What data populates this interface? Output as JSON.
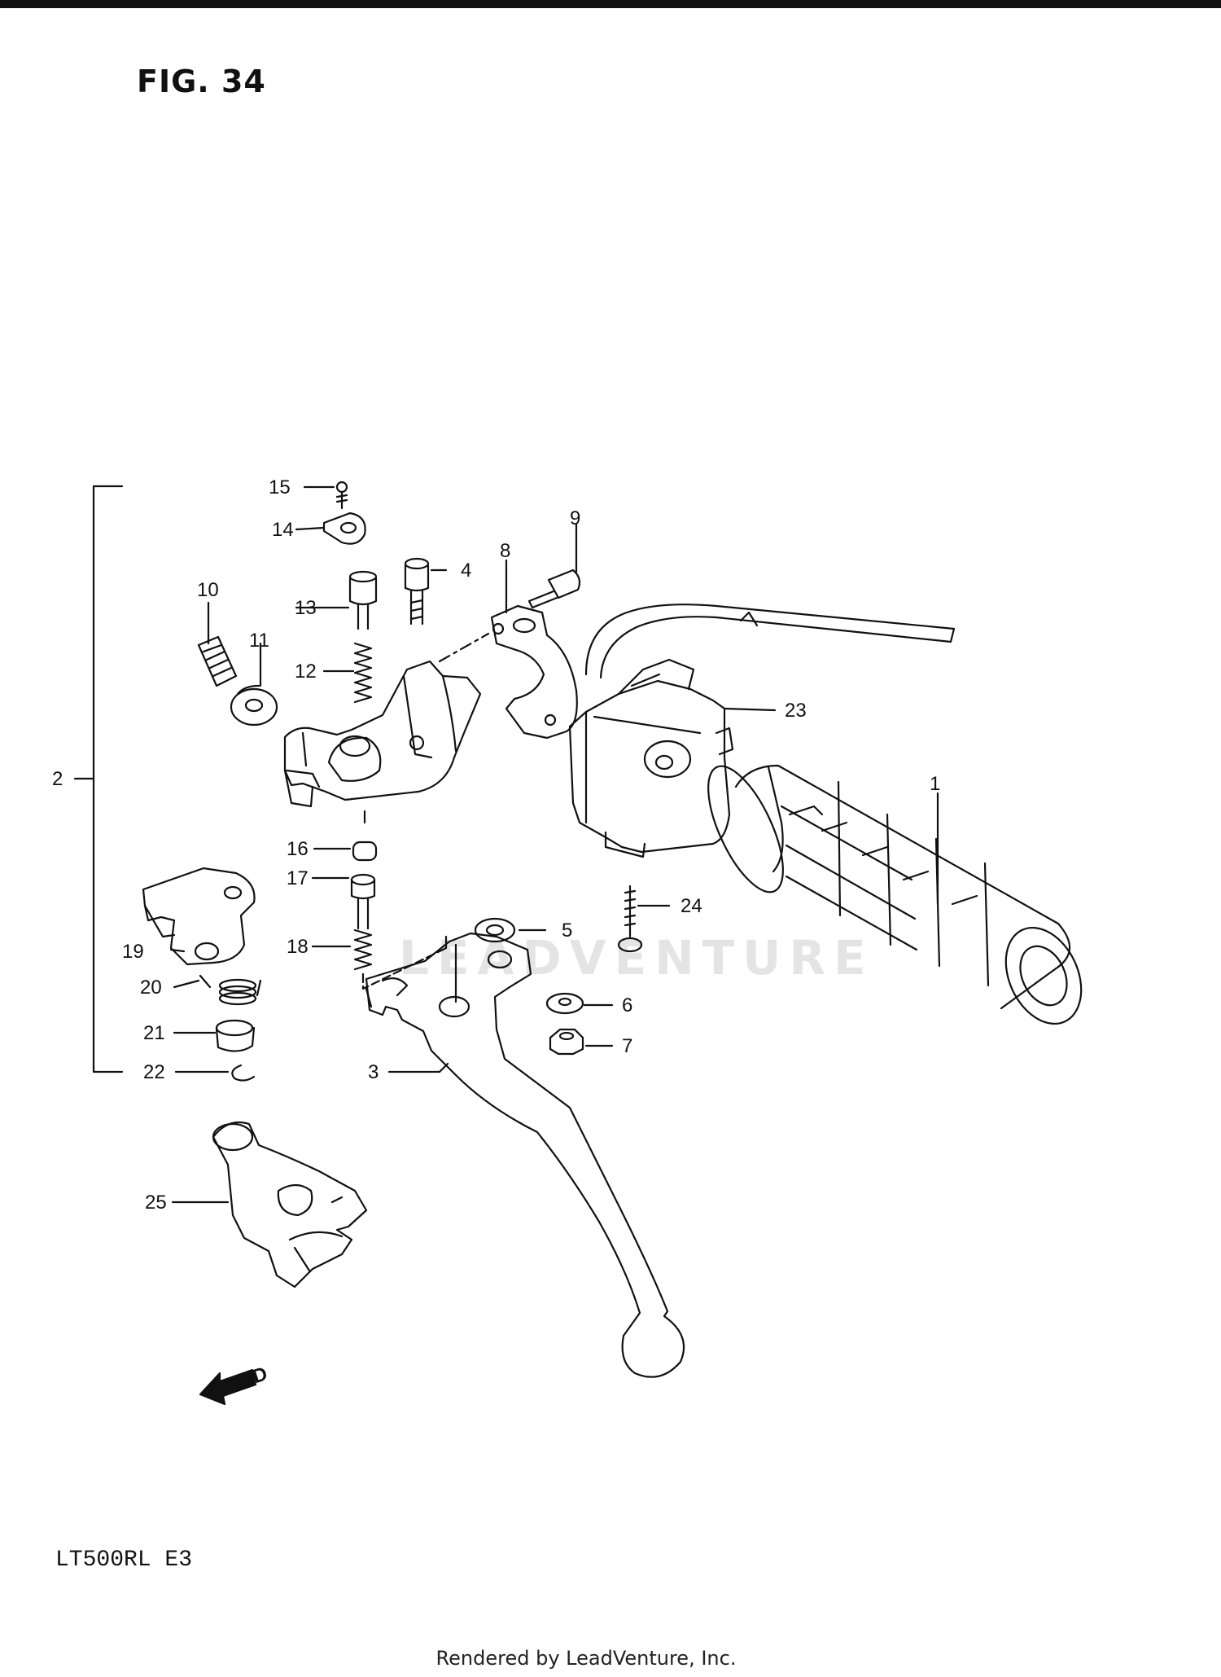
{
  "figure_title": "FIG. 34",
  "model_code": "LT500RL  E3",
  "footer": "Rendered by LeadVenture, Inc.",
  "watermark": "LEADVENTURE",
  "fwd_label": "FWD",
  "callouts": [
    "1",
    "2",
    "3",
    "4",
    "5",
    "6",
    "7",
    "8",
    "9",
    "10",
    "11",
    "12",
    "13",
    "14",
    "15",
    "16",
    "17",
    "18",
    "19",
    "20",
    "21",
    "22",
    "23",
    "24",
    "25"
  ]
}
